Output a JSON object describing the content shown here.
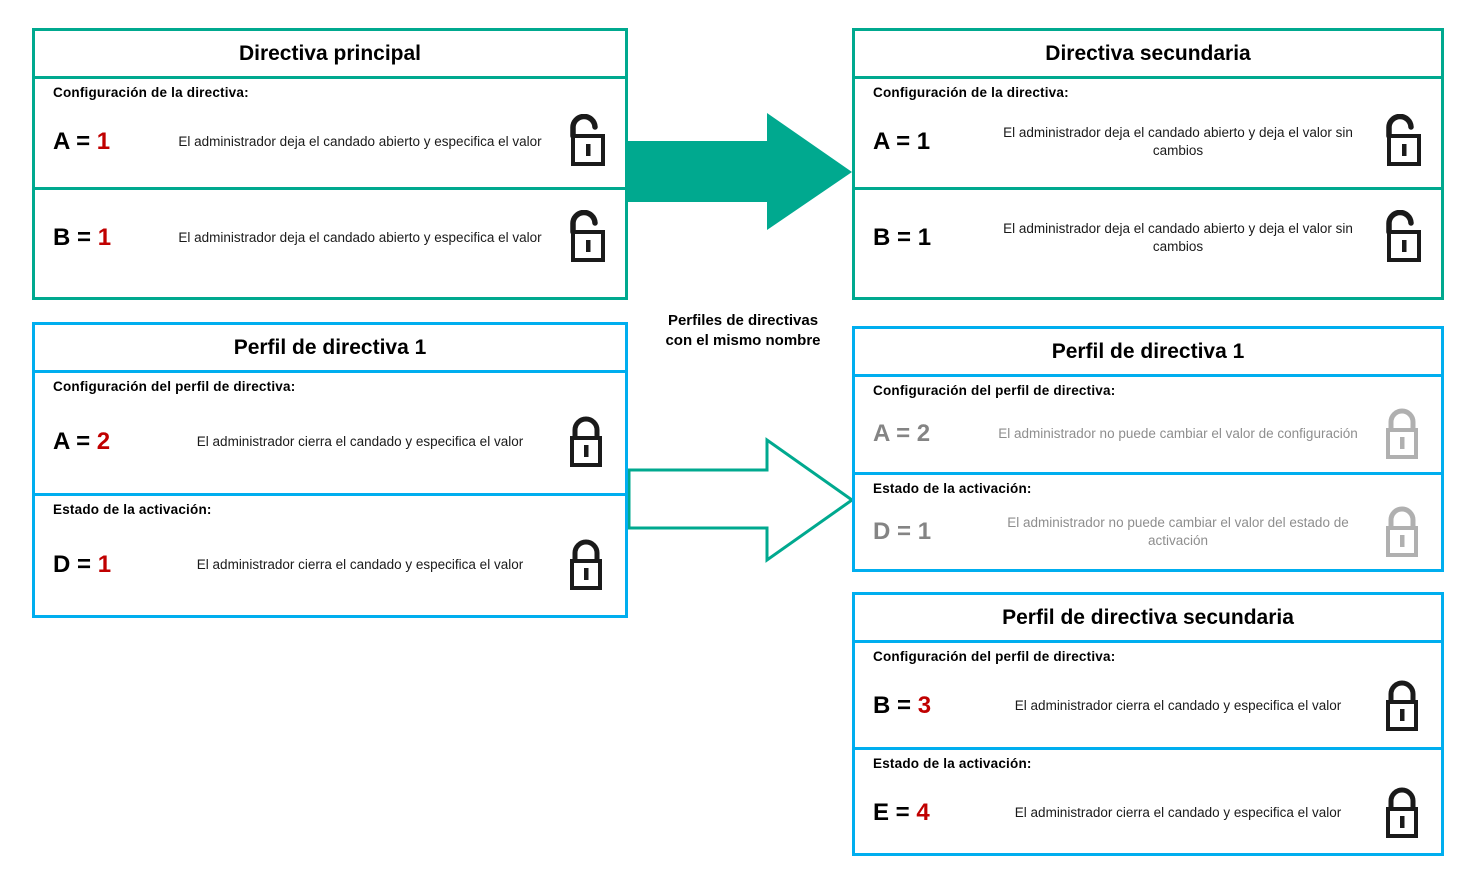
{
  "colors": {
    "teal": "#00A98F",
    "blue": "#00AEEF",
    "red": "#C00000",
    "gray": "#848484",
    "black": "#000000"
  },
  "center_caption": {
    "line1": "Perfiles de directivas",
    "line2": "con el mismo nombre"
  },
  "cards": {
    "primary_policy": {
      "title": "Directiva principal",
      "sections": [
        {
          "label": "Configuración  de la directiva:",
          "key": "A = ",
          "value": "1",
          "desc": "El administrador  deja  el candado  abierto  y especifica  el valor",
          "lock": "unlocked-icon"
        },
        {
          "label": "",
          "key": "B = ",
          "value": "1",
          "desc": "El administrador  deja  el candado  abierto  y especifica  el valor",
          "lock": "unlocked-icon"
        }
      ]
    },
    "secondary_policy": {
      "title": "Directiva secundaria",
      "sections": [
        {
          "label": "Configuración  de la directiva:",
          "key": "A = ",
          "value": "1",
          "desc": "El administrador  deja  el candado  abierto  y deja  el valor  sin cambios",
          "lock": "unlocked-icon"
        },
        {
          "label": "",
          "key": "B = ",
          "value": "1",
          "desc": "El administrador  deja  el candado  abierto  y deja  el valor  sin cambios",
          "lock": "unlocked-icon"
        }
      ]
    },
    "policy_profile_1_left": {
      "title": "Perfil de directiva 1",
      "sections": [
        {
          "label": "Configuración  del perfil  de directiva:",
          "key": "A = ",
          "value": "2",
          "desc": "El administrador  cierra el candado  y especifica el valor",
          "lock": "locked-icon"
        },
        {
          "label": "Estado  de la activación:",
          "key": "D = ",
          "value": "1",
          "desc": "El administrador  cierra el candado  y especifica el valor",
          "lock": "locked-icon"
        }
      ]
    },
    "policy_profile_1_right": {
      "title": "Perfil de directiva 1",
      "sections": [
        {
          "label": "Configuración  del perfil  de directiva:",
          "key": "A = ",
          "value": "2",
          "desc": "El administrador  no puede  cambiar el valor  de configuración",
          "lock": "locked-icon-disabled"
        },
        {
          "label": "Estado  de la activación:",
          "key": "D = ",
          "value": "1",
          "desc": "El administrador  no puede  cambiar el valor del estado  de activación",
          "lock": "locked-icon-disabled"
        }
      ]
    },
    "secondary_policy_profile": {
      "title": "Perfil de directiva secundaria",
      "sections": [
        {
          "label": "Configuración  del perfil  de directiva:",
          "key": "B = ",
          "value": "3",
          "desc": "El administrador  cierra el candado  y especifica el valor",
          "lock": "locked-icon"
        },
        {
          "label": "Estado  de la activación:",
          "key": "E = ",
          "value": "4",
          "desc": "El administrador  cierra el candado  y especifica el valor",
          "lock": "locked-icon"
        }
      ]
    }
  }
}
